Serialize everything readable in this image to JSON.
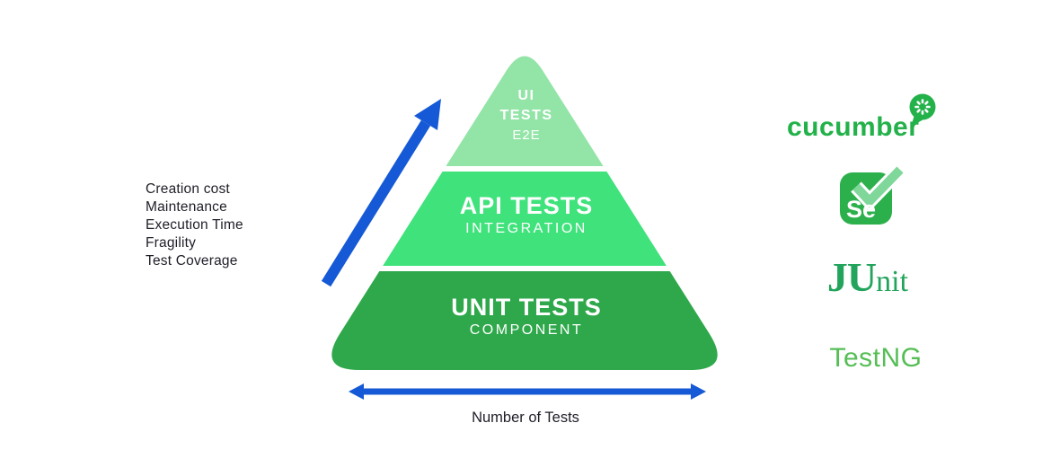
{
  "pyramid": {
    "tiers": [
      {
        "label_line1": "UI",
        "label_line2": "TESTS",
        "sublabel": "E2E",
        "color": "#93E4A7"
      },
      {
        "label": "API TESTS",
        "sublabel": "INTEGRATION",
        "color": "#3FE27B"
      },
      {
        "label": "UNIT TESTS",
        "sublabel": "COMPONENT",
        "color": "#2FA84B"
      }
    ]
  },
  "left_factors": {
    "items": [
      "Creation cost",
      "Maintenance",
      "Execution Time",
      "Fragility",
      "Test Coverage"
    ]
  },
  "axis": {
    "label": "Number of Tests"
  },
  "arrows": {
    "color": "#1659D6"
  },
  "logos": {
    "cucumber": {
      "label": "cucumber",
      "color": "#23B14A"
    },
    "selenium": {
      "label": "Se",
      "color": "#2CB04C",
      "check_color": "#7FD79A"
    },
    "junit": {
      "label_ju": "JU",
      "label_nit": "nit",
      "color": "#23A45C"
    },
    "testng": {
      "label": "TestNG",
      "color": "#55BE55"
    }
  },
  "text_color": "#1E1E28"
}
